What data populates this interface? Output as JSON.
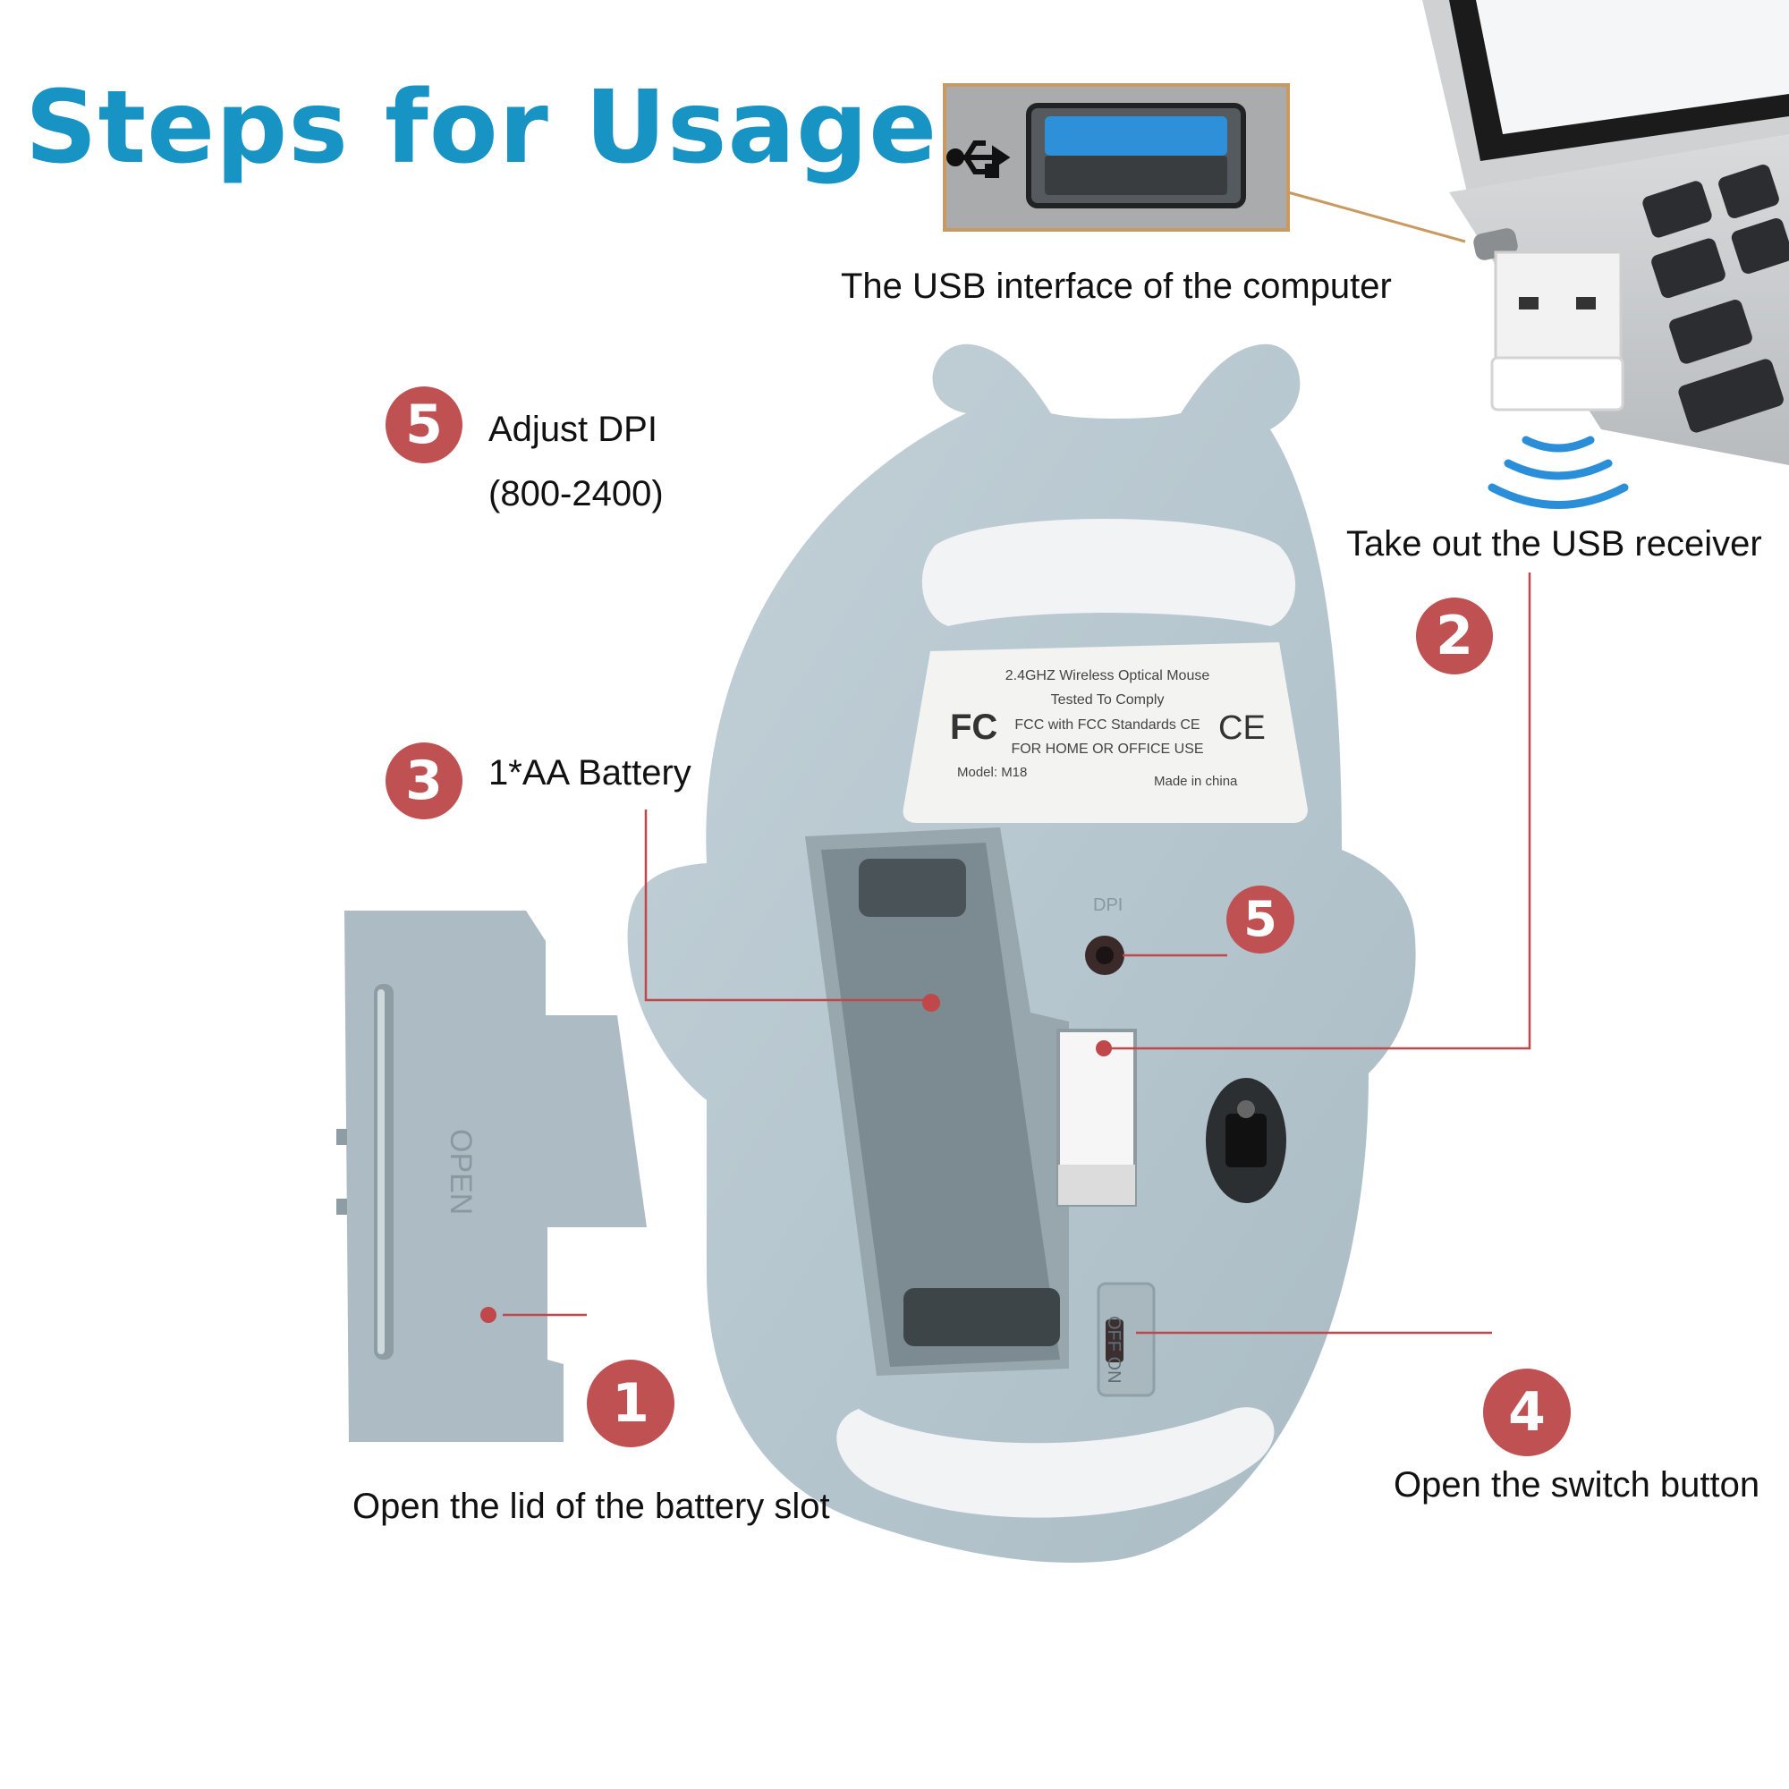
{
  "title": "Steps for Usage",
  "captions": {
    "usb_interface": "The USB interface of the computer",
    "take_out": "Take out the USB receiver",
    "adjust_dpi_line1": "Adjust DPI",
    "adjust_dpi_line2": "(800-2400)",
    "battery": "1*AA Battery",
    "open_lid": "Open the lid of the battery slot",
    "switch": "Open the switch button"
  },
  "badges": {
    "step1": "1",
    "step2": "2",
    "step3": "3",
    "step4": "4",
    "step5_legend": "5",
    "step5_callout": "5"
  },
  "mouse_label": {
    "line1": "2.4GHZ Wireless Optical Mouse",
    "line2": "Tested To Comply",
    "line3": "FCC with FCC Standards CE",
    "line4": "FOR HOME OR OFFICE USE",
    "model": "Model: M18",
    "made_in": "Made in china",
    "fc_logo": "FC",
    "ce_logo": "CE"
  },
  "switch_text": "OFF ON",
  "lid_text": "OPEN",
  "dpi_text": "DPI",
  "colors": {
    "title": "#1793c4",
    "badge": "#bf5153",
    "mouse_body": "#b9c8d0",
    "leader_line": "#c0474a",
    "wifi_waves": "#2a8ed8"
  }
}
